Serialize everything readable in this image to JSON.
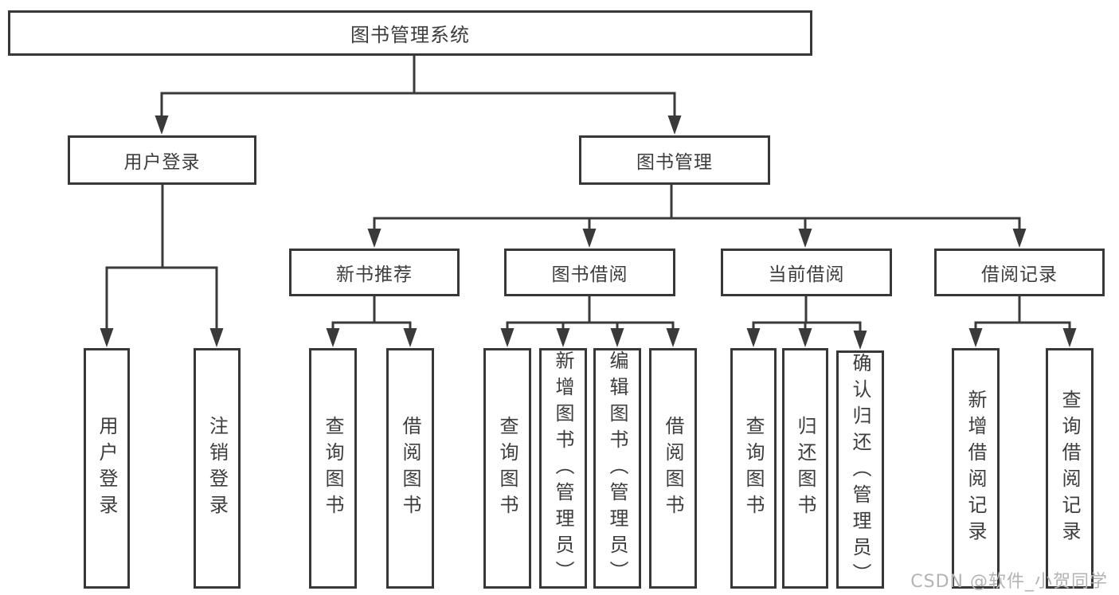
{
  "title": "图书管理系统",
  "level2": {
    "user_login": "用户登录",
    "book_management": "图书管理"
  },
  "level3": {
    "new_book_recommend": "新书推荐",
    "book_borrowing": "图书借阅",
    "current_borrowing": "当前借阅",
    "borrowing_records": "借阅记录"
  },
  "leaves": {
    "user_login": [
      "用户登录",
      "注销登录"
    ],
    "new_book_recommend": [
      "查询图书",
      "借阅图书"
    ],
    "book_borrowing": [
      "查询图书",
      "新增图书（管理员）",
      "编辑图书（管理员）",
      "借阅图书"
    ],
    "current_borrowing": [
      "查询图书",
      "归还图书",
      "确认归还（管理员）"
    ],
    "borrowing_records": [
      "新增借阅记录",
      "查询借阅记录"
    ]
  },
  "watermark": "CSDN @软件_小贺同学",
  "colors": {
    "line": "#3a3a3a",
    "text": "#3d3d3d",
    "border": "#383838",
    "watermark": "#b3b3b3",
    "background": "#ffffff"
  }
}
